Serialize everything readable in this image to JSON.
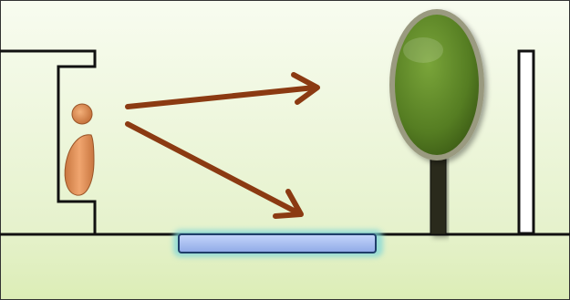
{
  "scene": {
    "description_elements": [
      "building-wall",
      "person",
      "arrow-upper",
      "arrow-lower",
      "puddle",
      "tree",
      "pole"
    ],
    "colors": {
      "sky_top": "#f7fbef",
      "sky_bottom": "#e4f1c8",
      "ground": "#e2f0c0",
      "outline": "#111111",
      "arrow": "#8b3a12",
      "person": "#d98a55",
      "tree_canopy": "#5f8a28",
      "tree_trunk": "#2a2a1a",
      "puddle_fill": "#a8bff0",
      "puddle_glow": "#7fd6d8"
    }
  }
}
